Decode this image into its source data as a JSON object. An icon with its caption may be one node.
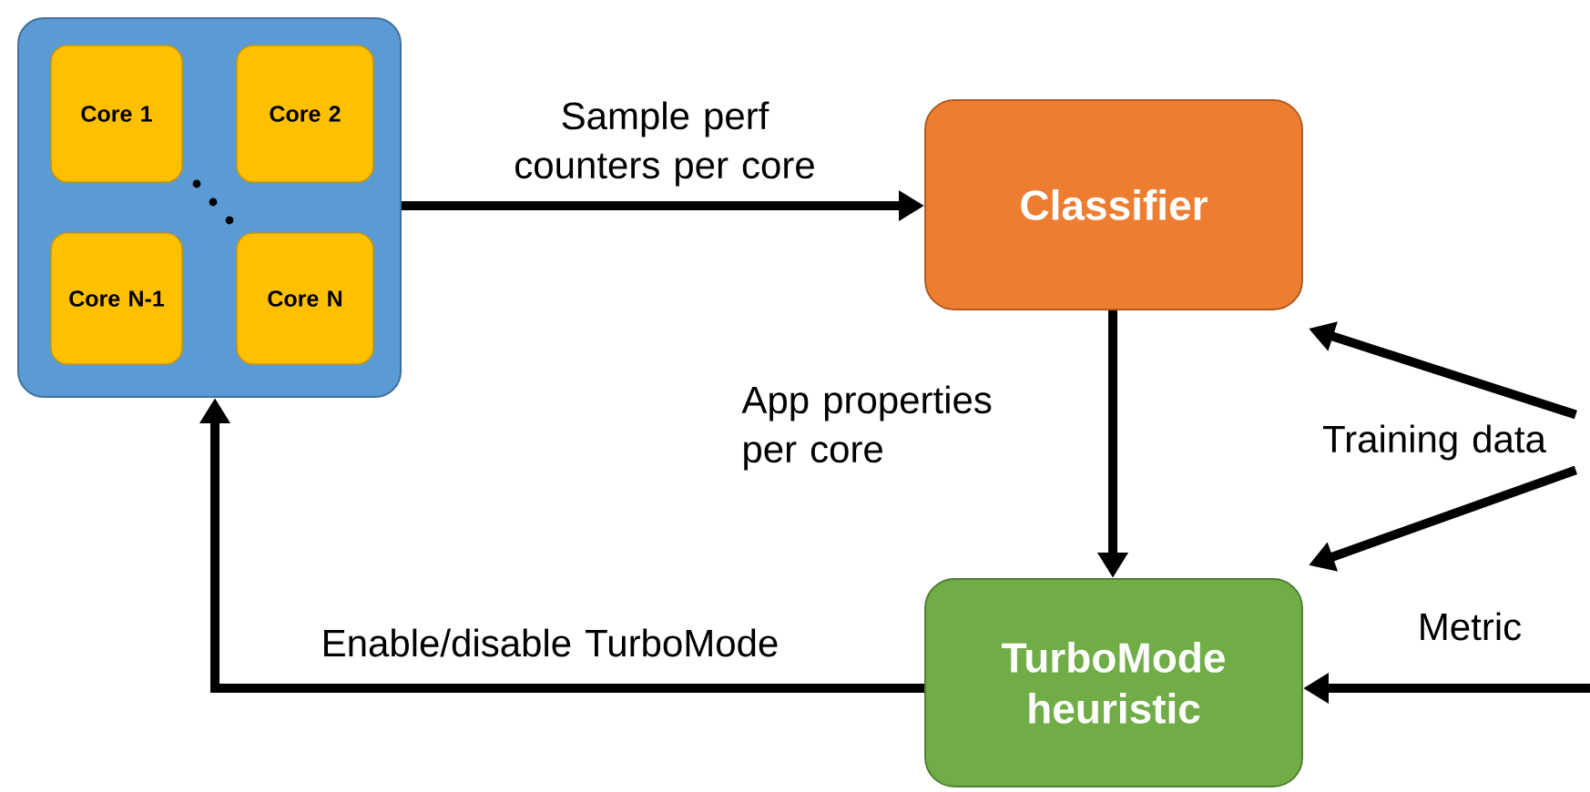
{
  "diagram": {
    "nodes": [
      {
        "text": [],
        "shape": "box"
      },
      {
        "text": [
          "Core 1"
        ],
        "in": 0
      },
      {
        "text": [
          "Core 2"
        ],
        "in": 0
      },
      {
        "text": [
          "Core N-1"
        ],
        "in": 0
      },
      {
        "text": [
          "Core N"
        ],
        "in": 0
      },
      {
        "text": [
          "Classifier"
        ]
      },
      {
        "text": [
          "TurboMode heuristic"
        ]
      },
      {
        "text": [
          "Training data"
        ]
      }
    ],
    "edges": [
      {
        "from": 0,
        "to": 5,
        "arrow": "to",
        "label": "Sample perf counters per core"
      },
      {
        "from": 5,
        "to": 6,
        "arrow": "to",
        "label": "App properties per core"
      },
      {
        "from": 7,
        "to": 5,
        "arrow": "to"
      },
      {
        "from": 7,
        "to": 6,
        "arrow": "to"
      },
      {
        "from": null,
        "to": 6,
        "arrow": "to",
        "label": "Metric"
      },
      {
        "from": 6,
        "to": 0,
        "arrow": "to",
        "label": "Enable/disable TurboMode"
      }
    ]
  }
}
